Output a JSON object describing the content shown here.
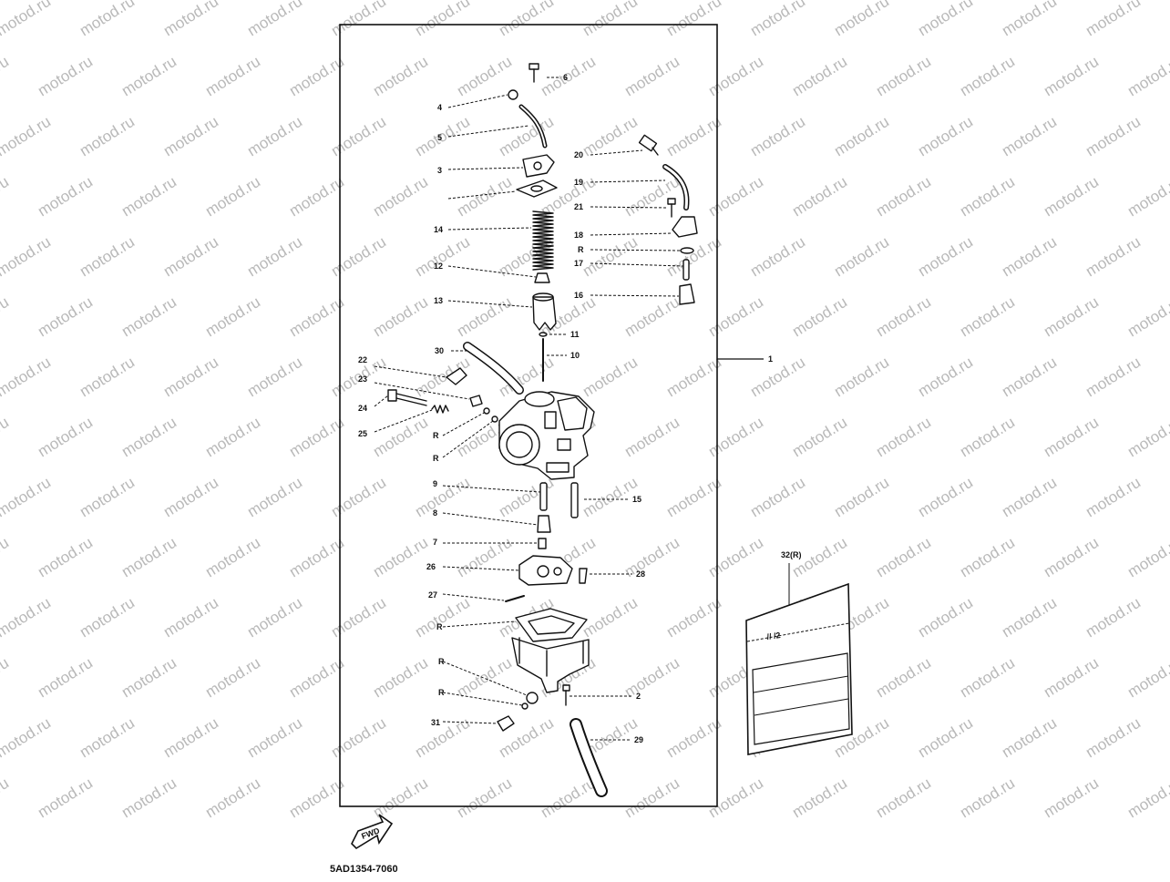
{
  "watermark": "motod.ru",
  "diagram_code": "5AD1354-7060",
  "fwd_label": "FWD",
  "assembly_number": "1",
  "kit_label": "32(R)",
  "kit_pouch_text": "// /2",
  "callouts": [
    {
      "id": "6",
      "text": "6"
    },
    {
      "id": "4",
      "text": "4"
    },
    {
      "id": "5",
      "text": "5"
    },
    {
      "id": "3",
      "text": "3"
    },
    {
      "id": "14",
      "text": "14"
    },
    {
      "id": "12",
      "text": "12"
    },
    {
      "id": "13",
      "text": "13"
    },
    {
      "id": "20",
      "text": "20"
    },
    {
      "id": "19",
      "text": "19"
    },
    {
      "id": "21",
      "text": "21"
    },
    {
      "id": "18",
      "text": "18"
    },
    {
      "id": "r1",
      "text": "R"
    },
    {
      "id": "17",
      "text": "17"
    },
    {
      "id": "16",
      "text": "16"
    },
    {
      "id": "11",
      "text": "11"
    },
    {
      "id": "10",
      "text": "10"
    },
    {
      "id": "30",
      "text": "30"
    },
    {
      "id": "22",
      "text": "22"
    },
    {
      "id": "23",
      "text": "23"
    },
    {
      "id": "24",
      "text": "24"
    },
    {
      "id": "25",
      "text": "25"
    },
    {
      "id": "r2",
      "text": "R"
    },
    {
      "id": "r3",
      "text": "R"
    },
    {
      "id": "9",
      "text": "9"
    },
    {
      "id": "15",
      "text": "15"
    },
    {
      "id": "8",
      "text": "8"
    },
    {
      "id": "7",
      "text": "7"
    },
    {
      "id": "26",
      "text": "26"
    },
    {
      "id": "28",
      "text": "28"
    },
    {
      "id": "27",
      "text": "27"
    },
    {
      "id": "r4",
      "text": "R"
    },
    {
      "id": "r5",
      "text": "R"
    },
    {
      "id": "2",
      "text": "2"
    },
    {
      "id": "r6",
      "text": "R"
    },
    {
      "id": "31",
      "text": "31"
    },
    {
      "id": "29",
      "text": "29"
    }
  ]
}
